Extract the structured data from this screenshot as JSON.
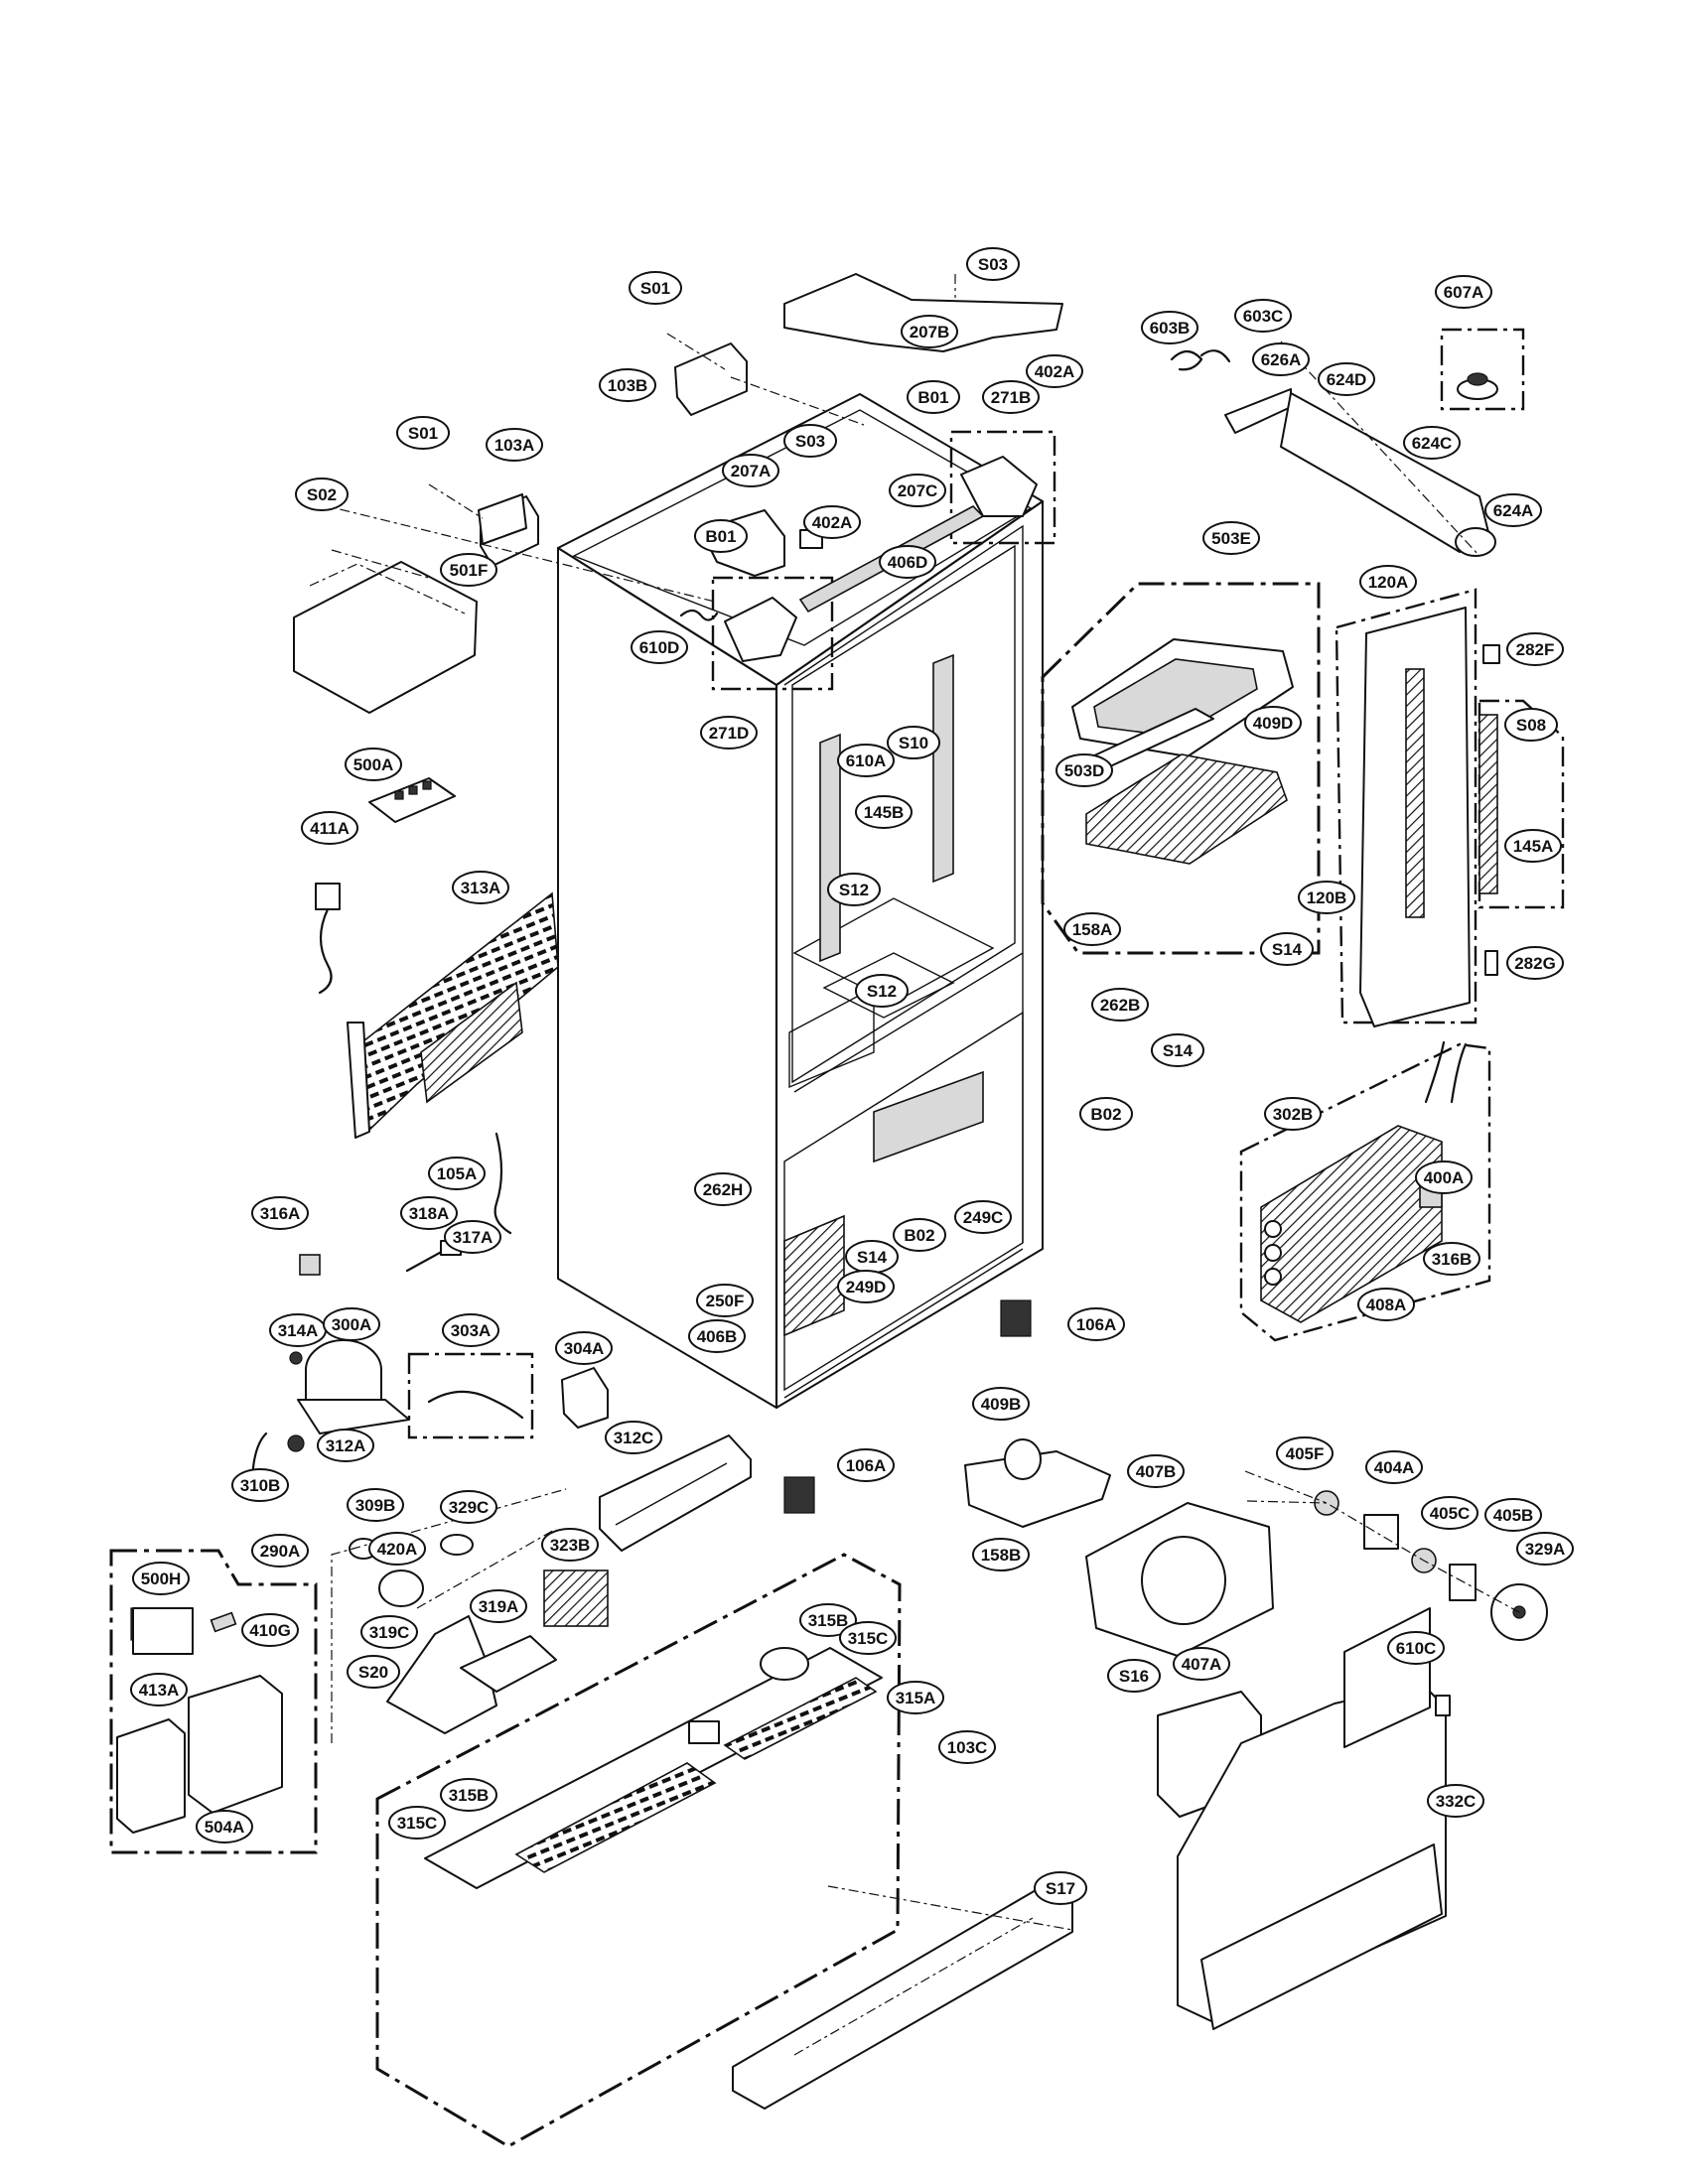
{
  "callouts": [
    {
      "id": "S01",
      "label": "S01"
    },
    {
      "id": "103B",
      "label": "103B"
    },
    {
      "id": "S03",
      "label": "S03"
    },
    {
      "id": "207B",
      "label": "207B"
    },
    {
      "id": "402A",
      "label": "402A"
    },
    {
      "id": "603B",
      "label": "603B"
    },
    {
      "id": "603C",
      "label": "603C"
    },
    {
      "id": "607A",
      "label": "607A"
    },
    {
      "id": "626A",
      "label": "626A"
    },
    {
      "id": "624D",
      "label": "624D"
    },
    {
      "id": "624C",
      "label": "624C"
    },
    {
      "id": "624A",
      "label": "624A"
    },
    {
      "id": "B01",
      "label": "B01"
    },
    {
      "id": "271B",
      "label": "271B"
    },
    {
      "id": "S01b",
      "label": "S01"
    },
    {
      "id": "103A",
      "label": "103A"
    },
    {
      "id": "S03b",
      "label": "S03"
    },
    {
      "id": "207A",
      "label": "207A"
    },
    {
      "id": "207C",
      "label": "207C"
    },
    {
      "id": "S02",
      "label": "S02"
    },
    {
      "id": "B01b",
      "label": "B01"
    },
    {
      "id": "402Ab",
      "label": "402A"
    },
    {
      "id": "501F",
      "label": "501F"
    },
    {
      "id": "406D",
      "label": "406D"
    },
    {
      "id": "503E",
      "label": "503E"
    },
    {
      "id": "610D",
      "label": "610D"
    },
    {
      "id": "120A",
      "label": "120A"
    },
    {
      "id": "282F",
      "label": "282F"
    },
    {
      "id": "271D",
      "label": "271D"
    },
    {
      "id": "S10",
      "label": "S10"
    },
    {
      "id": "409D",
      "label": "409D"
    },
    {
      "id": "S08",
      "label": "S08"
    },
    {
      "id": "610A",
      "label": "610A"
    },
    {
      "id": "503D",
      "label": "503D"
    },
    {
      "id": "500A",
      "label": "500A"
    },
    {
      "id": "145B",
      "label": "145B"
    },
    {
      "id": "411A",
      "label": "411A"
    },
    {
      "id": "145A",
      "label": "145A"
    },
    {
      "id": "S12",
      "label": "S12"
    },
    {
      "id": "120B",
      "label": "120B"
    },
    {
      "id": "313A",
      "label": "313A"
    },
    {
      "id": "158A",
      "label": "158A"
    },
    {
      "id": "S14",
      "label": "S14"
    },
    {
      "id": "S12b",
      "label": "S12"
    },
    {
      "id": "282G",
      "label": "282G"
    },
    {
      "id": "262B",
      "label": "262B"
    },
    {
      "id": "S14b",
      "label": "S14"
    },
    {
      "id": "B02",
      "label": "B02"
    },
    {
      "id": "302B",
      "label": "302B"
    },
    {
      "id": "105A",
      "label": "105A"
    },
    {
      "id": "400A",
      "label": "400A"
    },
    {
      "id": "262H",
      "label": "262H"
    },
    {
      "id": "249C",
      "label": "249C"
    },
    {
      "id": "316A",
      "label": "316A"
    },
    {
      "id": "318A",
      "label": "318A"
    },
    {
      "id": "317A",
      "label": "317A"
    },
    {
      "id": "S14c",
      "label": "S14"
    },
    {
      "id": "B02b",
      "label": "B02"
    },
    {
      "id": "316B",
      "label": "316B"
    },
    {
      "id": "249D",
      "label": "249D"
    },
    {
      "id": "408A",
      "label": "408A"
    },
    {
      "id": "250F",
      "label": "250F"
    },
    {
      "id": "406B",
      "label": "406B"
    },
    {
      "id": "106A",
      "label": "106A"
    },
    {
      "id": "314A",
      "label": "314A"
    },
    {
      "id": "300A",
      "label": "300A"
    },
    {
      "id": "303A",
      "label": "303A"
    },
    {
      "id": "304A",
      "label": "304A"
    },
    {
      "id": "312A",
      "label": "312A"
    },
    {
      "id": "312C",
      "label": "312C"
    },
    {
      "id": "106Ab",
      "label": "106A"
    },
    {
      "id": "409B",
      "label": "409B"
    },
    {
      "id": "310B",
      "label": "310B"
    },
    {
      "id": "407B",
      "label": "407B"
    },
    {
      "id": "405F",
      "label": "405F"
    },
    {
      "id": "404A",
      "label": "404A"
    },
    {
      "id": "309B",
      "label": "309B"
    },
    {
      "id": "329C",
      "label": "329C"
    },
    {
      "id": "290A",
      "label": "290A"
    },
    {
      "id": "158B",
      "label": "158B"
    },
    {
      "id": "405C",
      "label": "405C"
    },
    {
      "id": "405B",
      "label": "405B"
    },
    {
      "id": "420A",
      "label": "420A"
    },
    {
      "id": "323B",
      "label": "323B"
    },
    {
      "id": "329A",
      "label": "329A"
    },
    {
      "id": "500H",
      "label": "500H"
    },
    {
      "id": "410G",
      "label": "410G"
    },
    {
      "id": "319C",
      "label": "319C"
    },
    {
      "id": "319A",
      "label": "319A"
    },
    {
      "id": "315B",
      "label": "315B"
    },
    {
      "id": "315C",
      "label": "315C"
    },
    {
      "id": "S16",
      "label": "S16"
    },
    {
      "id": "407A",
      "label": "407A"
    },
    {
      "id": "610C",
      "label": "610C"
    },
    {
      "id": "S20",
      "label": "S20"
    },
    {
      "id": "413A",
      "label": "413A"
    },
    {
      "id": "315A",
      "label": "315A"
    },
    {
      "id": "103C",
      "label": "103C"
    },
    {
      "id": "315Bb",
      "label": "315B"
    },
    {
      "id": "332C",
      "label": "332C"
    },
    {
      "id": "504A",
      "label": "504A"
    },
    {
      "id": "315Cb",
      "label": "315C"
    },
    {
      "id": "S17",
      "label": "S17"
    }
  ]
}
